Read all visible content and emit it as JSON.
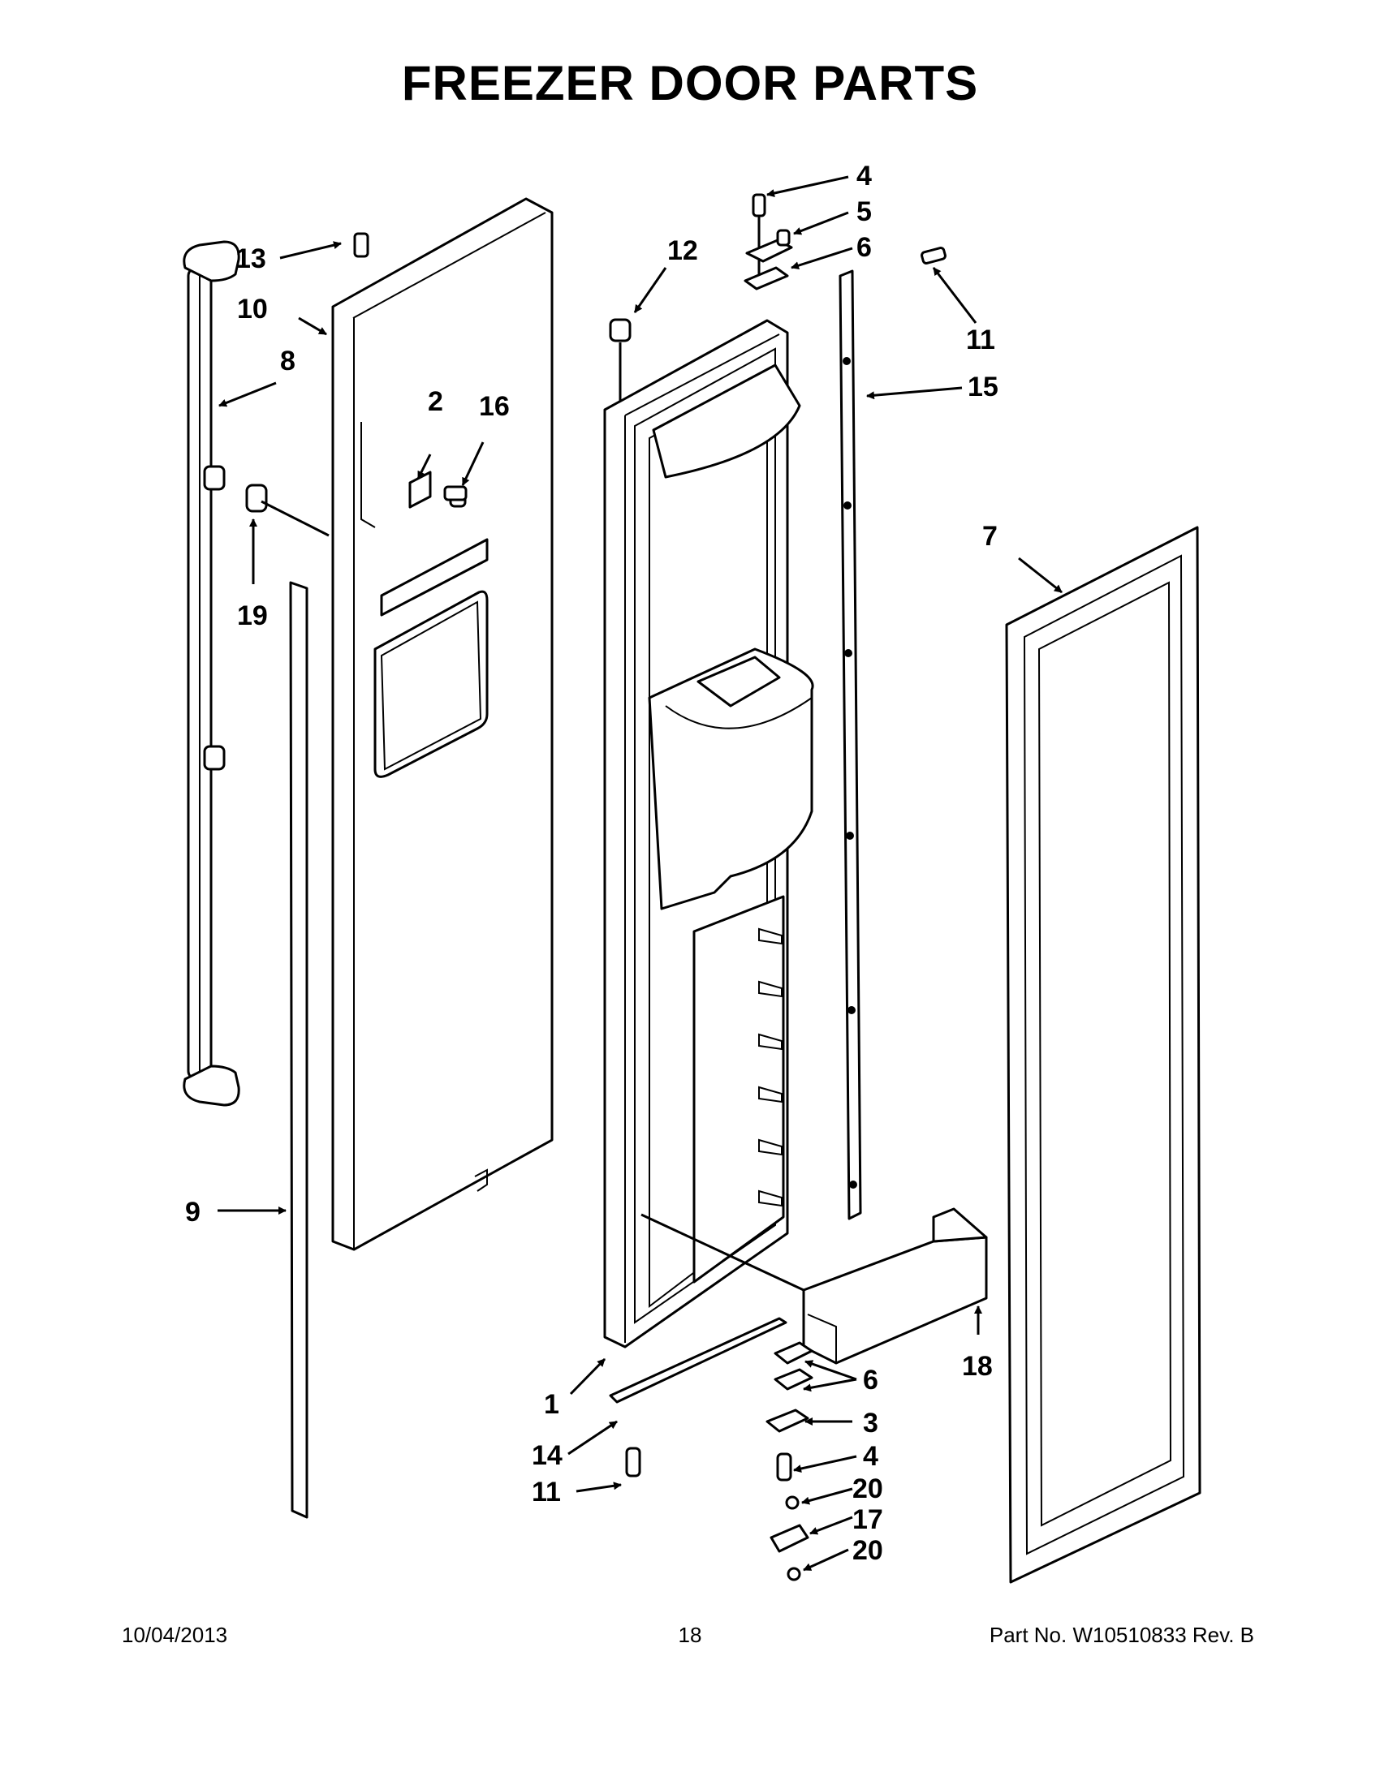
{
  "title": "FREEZER DOOR PARTS",
  "callouts": [
    {
      "id": "1",
      "label": "1"
    },
    {
      "id": "2",
      "label": "2"
    },
    {
      "id": "3",
      "label": "3"
    },
    {
      "id": "4a",
      "label": "4"
    },
    {
      "id": "4b",
      "label": "4"
    },
    {
      "id": "5",
      "label": "5"
    },
    {
      "id": "6a",
      "label": "6"
    },
    {
      "id": "6b",
      "label": "6"
    },
    {
      "id": "7",
      "label": "7"
    },
    {
      "id": "8",
      "label": "8"
    },
    {
      "id": "9",
      "label": "9"
    },
    {
      "id": "10",
      "label": "10"
    },
    {
      "id": "11a",
      "label": "11"
    },
    {
      "id": "11b",
      "label": "11"
    },
    {
      "id": "12",
      "label": "12"
    },
    {
      "id": "13",
      "label": "13"
    },
    {
      "id": "14",
      "label": "14"
    },
    {
      "id": "15",
      "label": "15"
    },
    {
      "id": "16",
      "label": "16"
    },
    {
      "id": "17",
      "label": "17"
    },
    {
      "id": "18",
      "label": "18"
    },
    {
      "id": "19",
      "label": "19"
    },
    {
      "id": "20a",
      "label": "20"
    },
    {
      "id": "20b",
      "label": "20"
    }
  ],
  "footer": {
    "date": "10/04/2013",
    "page": "18",
    "part_number": "Part No.  W10510833  Rev.  B"
  }
}
